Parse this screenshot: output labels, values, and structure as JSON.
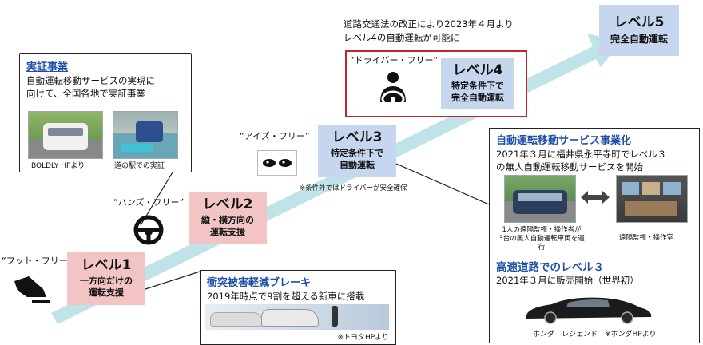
{
  "note_top": [
    "道路交通法の改正により2023年４月より",
    "レベル4の自動運転が可能に"
  ],
  "levels": [
    {
      "title": "レベル1",
      "sub": [
        "一方向だけの",
        "運転支援"
      ],
      "quote": "“フット・フリー”"
    },
    {
      "title": "レベル2",
      "sub": [
        "縦・横方向の",
        "運転支援"
      ],
      "quote": "“ハンズ・フリー”"
    },
    {
      "title": "レベル3",
      "sub": [
        "特定条件下で",
        "自動運転"
      ],
      "quote": "“アイズ・フリー”",
      "note": "※条件外ではドライバーが安全確保"
    },
    {
      "title": "レベル4",
      "sub": [
        "特定条件下で",
        "完全自動運転"
      ],
      "quote": "“ドライバー・フリー”"
    },
    {
      "title": "レベル5",
      "sub": [
        "完全自動運転"
      ]
    }
  ],
  "jissho": {
    "title": "実証事業",
    "text": [
      "自動運転移動サービスの実現に",
      "向けて、全国各地で実証事業"
    ],
    "captions": [
      "BOLDLY  HPより",
      "道の駅での実証"
    ]
  },
  "brake": {
    "title": "衝突被害軽減ブレーキ",
    "text": "2019年時点で9割を超える新車に搭載",
    "source": "※トヨタHPより"
  },
  "service": {
    "title": "自動運転移動サービス事業化",
    "text": [
      "2021年３月に福井県永平寺町でレベル３",
      "の無人自動運転移動サービスを開始"
    ],
    "cap_left": [
      "1人の遠隔監視・操作者が",
      "3台の無人自動運転車両を運行"
    ],
    "cap_right": "遠隔監視・操作室",
    "highway_title": "高速道路でのレベル３",
    "highway_text": "2021年３月に販売開始（世界初）",
    "car_caption": "ホンダ　レジェンド　※ホンダHPより"
  },
  "icons": [
    "foot-pedal-icon",
    "steering-wheel-icon",
    "eyes-icon",
    "driver-icon",
    "bidirectional-arrow-icon"
  ],
  "colors": {
    "arrow": "#bfe3e8",
    "pink": "#f2c4c4",
    "blue": "#c6d6ee",
    "title_blue": "#1f4fa8",
    "red_border": "#c0262c"
  }
}
